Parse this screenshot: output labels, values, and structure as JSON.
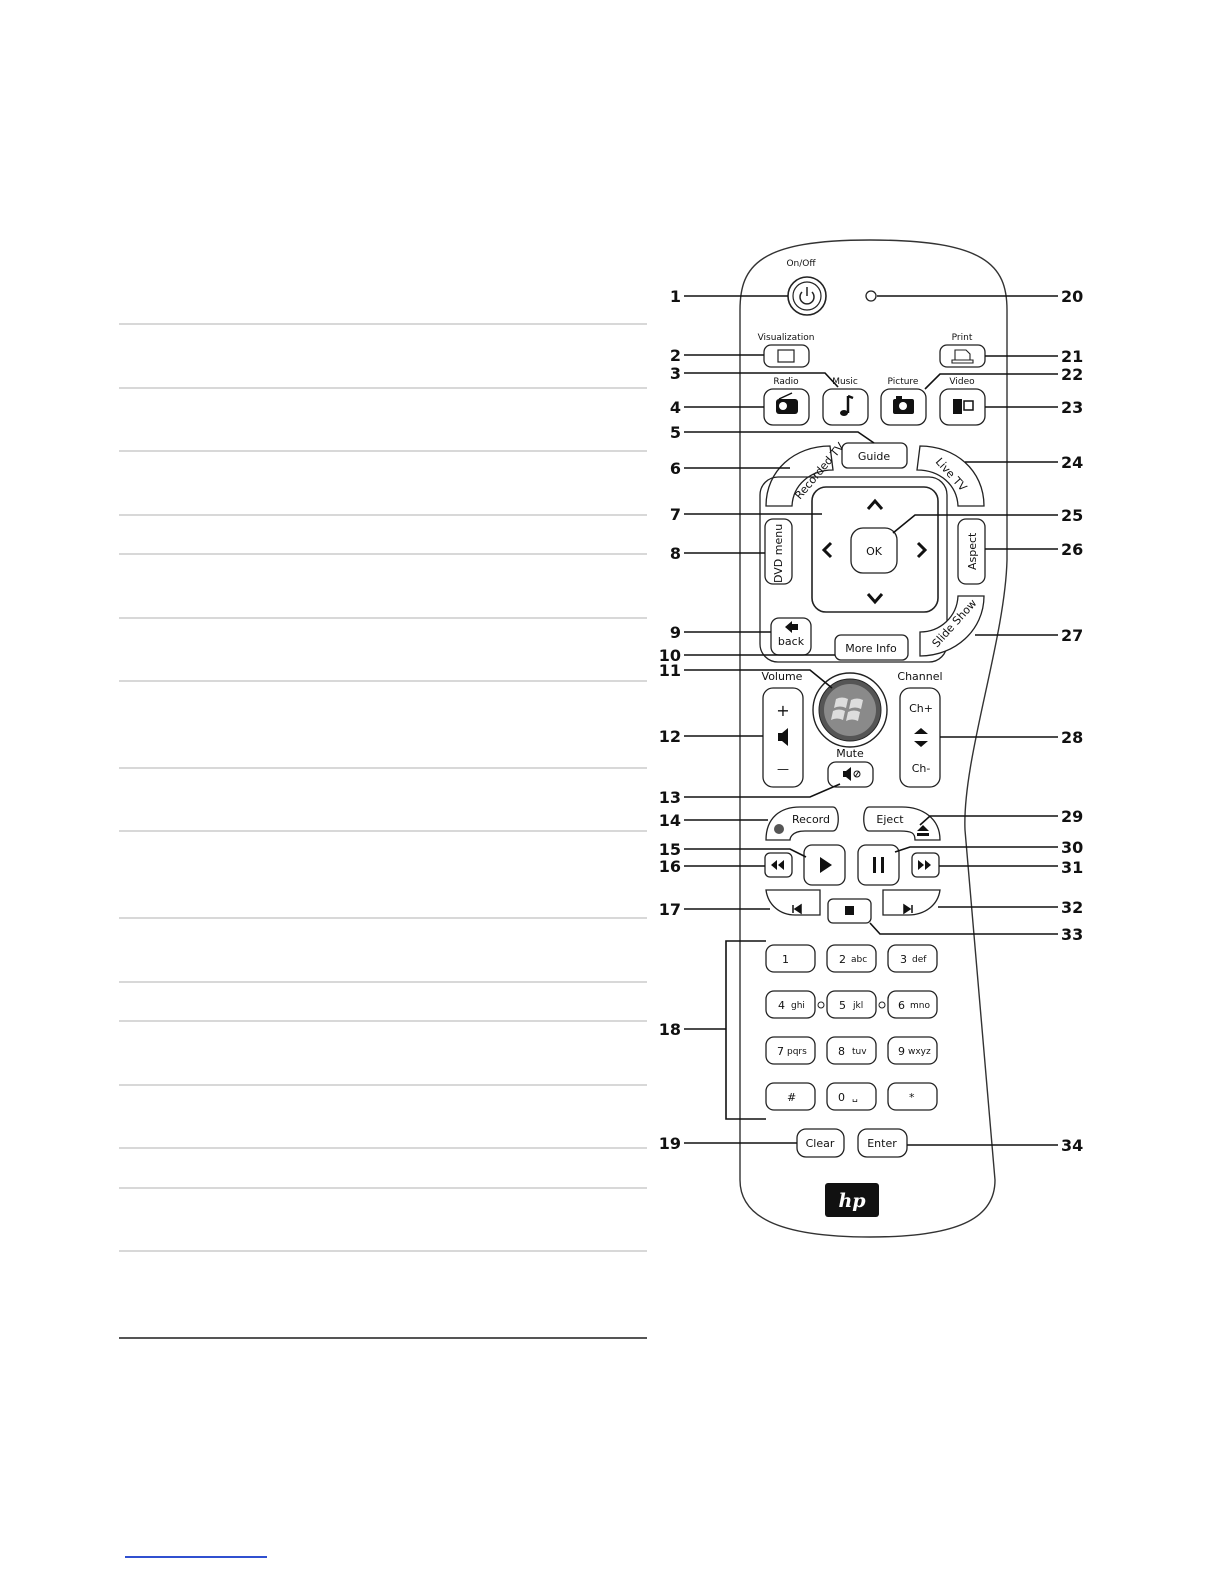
{
  "remote": {
    "labels": {
      "on_off": "On/Off",
      "visualization": "Visualization",
      "print": "Print",
      "radio": "Radio",
      "music": "Music",
      "picture": "Picture",
      "video": "Video",
      "guide": "Guide",
      "recorded_tv": "Recorded TV",
      "live_tv": "Live TV",
      "dvd_menu": "DVD menu",
      "aspect": "Aspect",
      "ok": "OK",
      "back": "back",
      "more_info": "More Info",
      "slide_show": "Slide Show",
      "volume": "Volume",
      "channel": "Channel",
      "ch_plus": "Ch+",
      "ch_minus": "Ch-",
      "plus": "+",
      "minus": "—",
      "mute": "Mute",
      "record": "Record",
      "eject": "Eject",
      "clear": "Clear",
      "enter": "Enter",
      "logo": "hp"
    },
    "keypad": [
      {
        "digit": "1",
        "letters": ""
      },
      {
        "digit": "2",
        "letters": "abc"
      },
      {
        "digit": "3",
        "letters": "def"
      },
      {
        "digit": "4",
        "letters": "ghi"
      },
      {
        "digit": "5",
        "letters": "jkl"
      },
      {
        "digit": "6",
        "letters": "mno"
      },
      {
        "digit": "7",
        "letters": "pqrs"
      },
      {
        "digit": "8",
        "letters": "tuv"
      },
      {
        "digit": "9",
        "letters": "wxyz"
      },
      {
        "digit": "#",
        "letters": ""
      },
      {
        "digit": "0",
        "letters": "␣"
      },
      {
        "digit": "*",
        "letters": ""
      }
    ],
    "callouts_left": [
      "1",
      "2",
      "3",
      "4",
      "5",
      "6",
      "7",
      "8",
      "9",
      "10",
      "11",
      "12",
      "13",
      "14",
      "15",
      "16",
      "17",
      "18",
      "19"
    ],
    "callouts_right": [
      "20",
      "21",
      "22",
      "23",
      "24",
      "25",
      "26",
      "27",
      "28",
      "29",
      "30",
      "31",
      "32",
      "33",
      "34"
    ]
  }
}
